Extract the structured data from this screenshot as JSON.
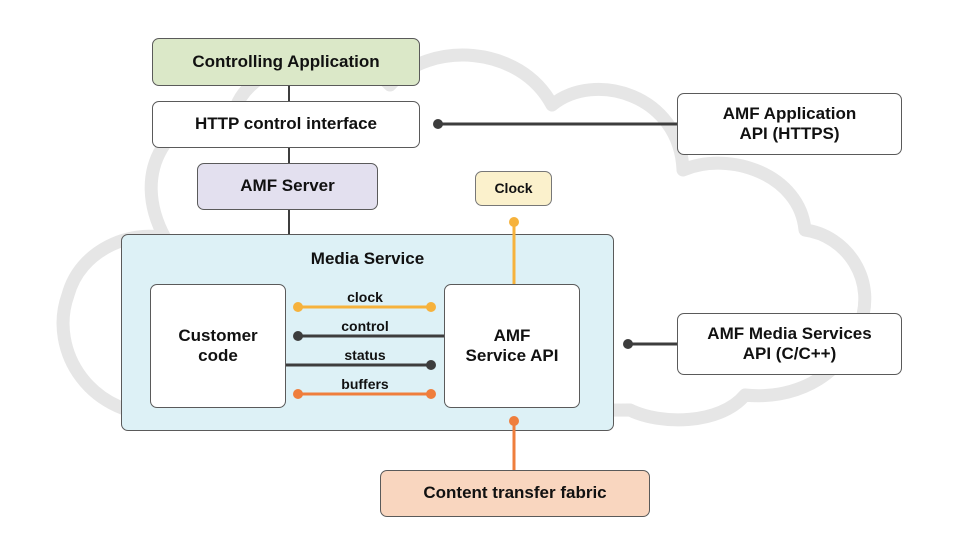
{
  "nodes": {
    "controlling_app": "Controlling Application",
    "http_interface": "HTTP control interface",
    "amf_server": "AMF Server",
    "clock": "Clock",
    "media_service": "Media Service",
    "customer_code": "Customer\ncode",
    "amf_service_api": "AMF\nService API",
    "amf_app_api": "AMF Application\nAPI (HTTPS)",
    "amf_media_api": "AMF Media Services\nAPI (C/C++)",
    "content_fabric": "Content transfer fabric"
  },
  "edges": {
    "clock": "clock",
    "control": "control",
    "status": "status",
    "buffers": "buffers"
  },
  "colors": {
    "green_fill": "#dbe8c8",
    "purple_fill": "#e3e0ef",
    "clock_fill": "#fbf1cc",
    "media_service_fill": "#ddf1f6",
    "fabric_fill": "#f9d6bf",
    "orange_light": "#f6b23c",
    "orange_dark": "#ef7e3c",
    "line_dark": "#3d3d3d",
    "cloud": "#e6e6e6"
  }
}
